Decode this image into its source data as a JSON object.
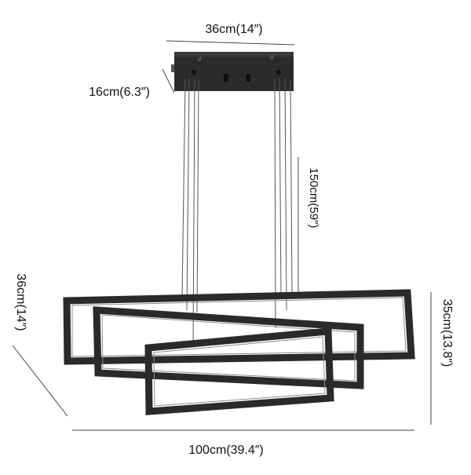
{
  "dimensions": {
    "canopy_width": "36cm(14″)",
    "canopy_depth": "16cm(6.3″)",
    "hanging_length": "150cm(59″)",
    "frame_depth": "36cm(14″)",
    "frame_height": "35cm(13.8″)",
    "overall_width": "100cm(39.4″)"
  },
  "colors": {
    "fixture": "#2a2a2a",
    "dimension_line": "#444444",
    "background": "#ffffff"
  }
}
